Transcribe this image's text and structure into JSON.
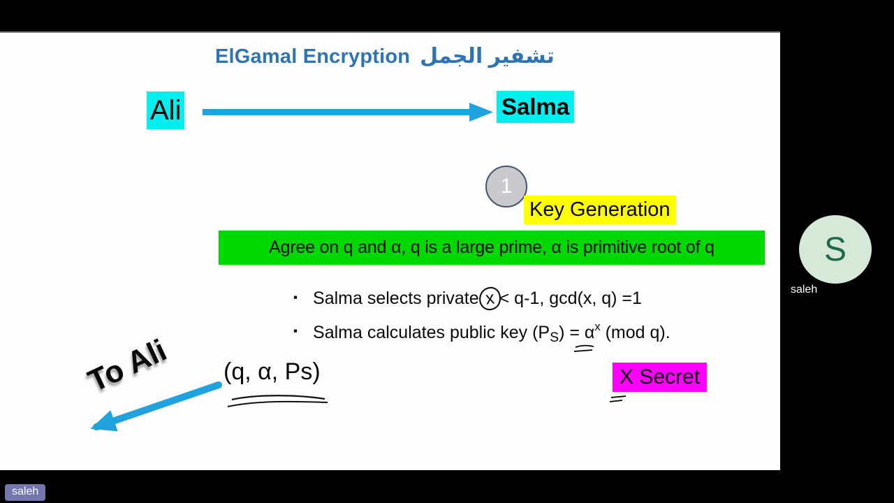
{
  "slide": {
    "title": {
      "en": "ElGamal Encryption",
      "ar": "تشفير الجمل"
    },
    "actors": {
      "sender": "Ali",
      "receiver": "Salma"
    },
    "step": {
      "number": "1",
      "title": "Key Generation"
    },
    "agreement": "Agree on q and α, q is a large prime, α is primitive root of q",
    "bullet_marker": "▪",
    "bullets": {
      "b1": {
        "pre": "Salma selects private",
        "circled": "x",
        "post": "< q-1, gcd(x, q) =1"
      },
      "b2": {
        "pre": "Salma calculates public key (P",
        "sub": "S",
        "mid": ") = α",
        "sup": "x",
        "post": " (mod q)."
      }
    },
    "annotation": {
      "to_ali": "To Ali",
      "tuple": "(q, α, Ps)"
    },
    "secret_label": "X Secret"
  },
  "participant": {
    "initial": "S",
    "name": "saleh"
  },
  "self_name_label": "saleh",
  "colors": {
    "frame_bg": "#000000",
    "slide_bg": "#FDFDFD",
    "title_blue": "#2E74B5",
    "arrow_blue": "#1FA3DF",
    "cyan_highlight": "#00EFEF",
    "yellow_highlight": "#FFFF00",
    "green_highlight": "#00D900",
    "magenta_highlight": "#FF00FF",
    "badge_fill": "#C9C9CE",
    "badge_border": "#44546A",
    "avatar_bg": "#D6E9D8",
    "avatar_text": "#1E6B4A",
    "pill_bg": "#7477AE"
  }
}
